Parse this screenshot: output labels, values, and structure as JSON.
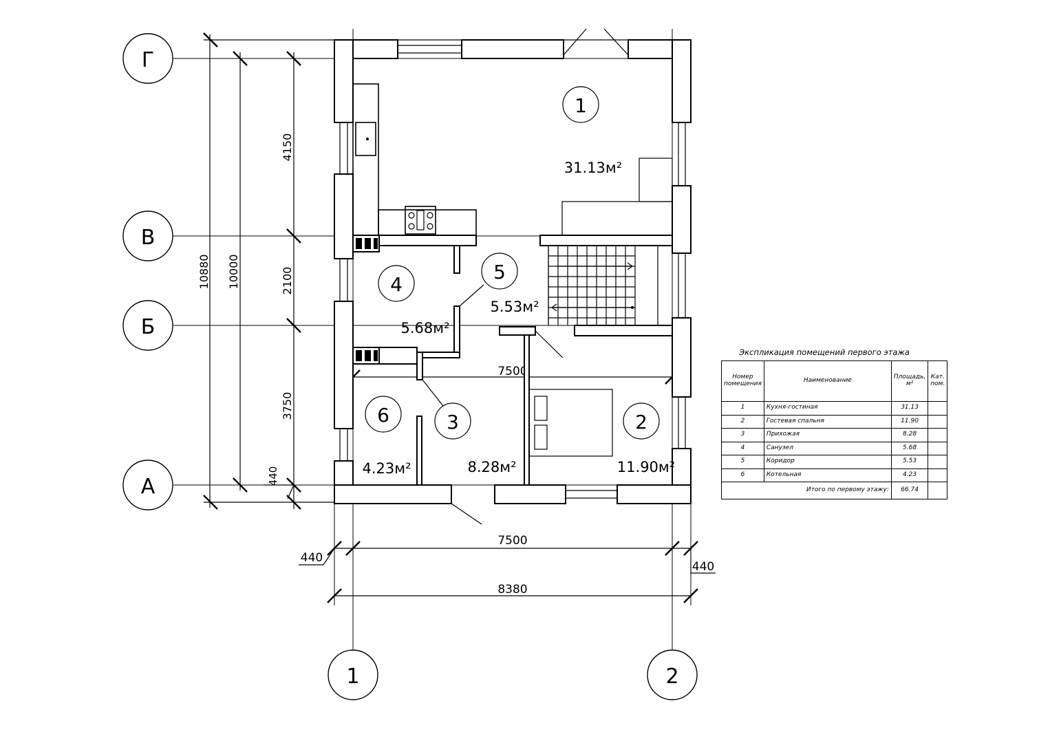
{
  "axes": {
    "rows": [
      "Г",
      "В",
      "Б",
      "А"
    ],
    "cols": [
      "1",
      "2"
    ]
  },
  "dimensions": {
    "left_overall": "10880",
    "left_inner": "10000",
    "left_segments": [
      "4150",
      "2100",
      "3750",
      "440"
    ],
    "inner_7500": "7500",
    "bottom_7500": "7500",
    "bottom_440_left": "440",
    "bottom_440_right": "440",
    "bottom_overall": "8380"
  },
  "rooms": [
    {
      "number": "1",
      "area": "31.13м²"
    },
    {
      "number": "2",
      "area": "11.90м²"
    },
    {
      "number": "3",
      "area": "8.28м²"
    },
    {
      "number": "4",
      "area": "5.68м²"
    },
    {
      "number": "5",
      "area": "5.53м²"
    },
    {
      "number": "6",
      "area": "4.23м²"
    }
  ],
  "explication": {
    "title": "Экспликация помещений первого этажа",
    "headers": {
      "number": "Номер помещения",
      "name": "Наименование",
      "area": "Площадь, м²",
      "category": "Кат. пом."
    },
    "rows": [
      {
        "number": "1",
        "name": "Кухня-гостиная",
        "area": "31.13"
      },
      {
        "number": "2",
        "name": "Гостевая спальня",
        "area": "11.90"
      },
      {
        "number": "3",
        "name": "Прихожая",
        "area": "8.28"
      },
      {
        "number": "4",
        "name": "Санузел",
        "area": "5.68"
      },
      {
        "number": "5",
        "name": "Коридор",
        "area": "5.53"
      },
      {
        "number": "6",
        "name": "Котельная",
        "area": "4.23"
      }
    ],
    "total_label": "Итого по первому этажу:",
    "total_value": "66.74"
  }
}
